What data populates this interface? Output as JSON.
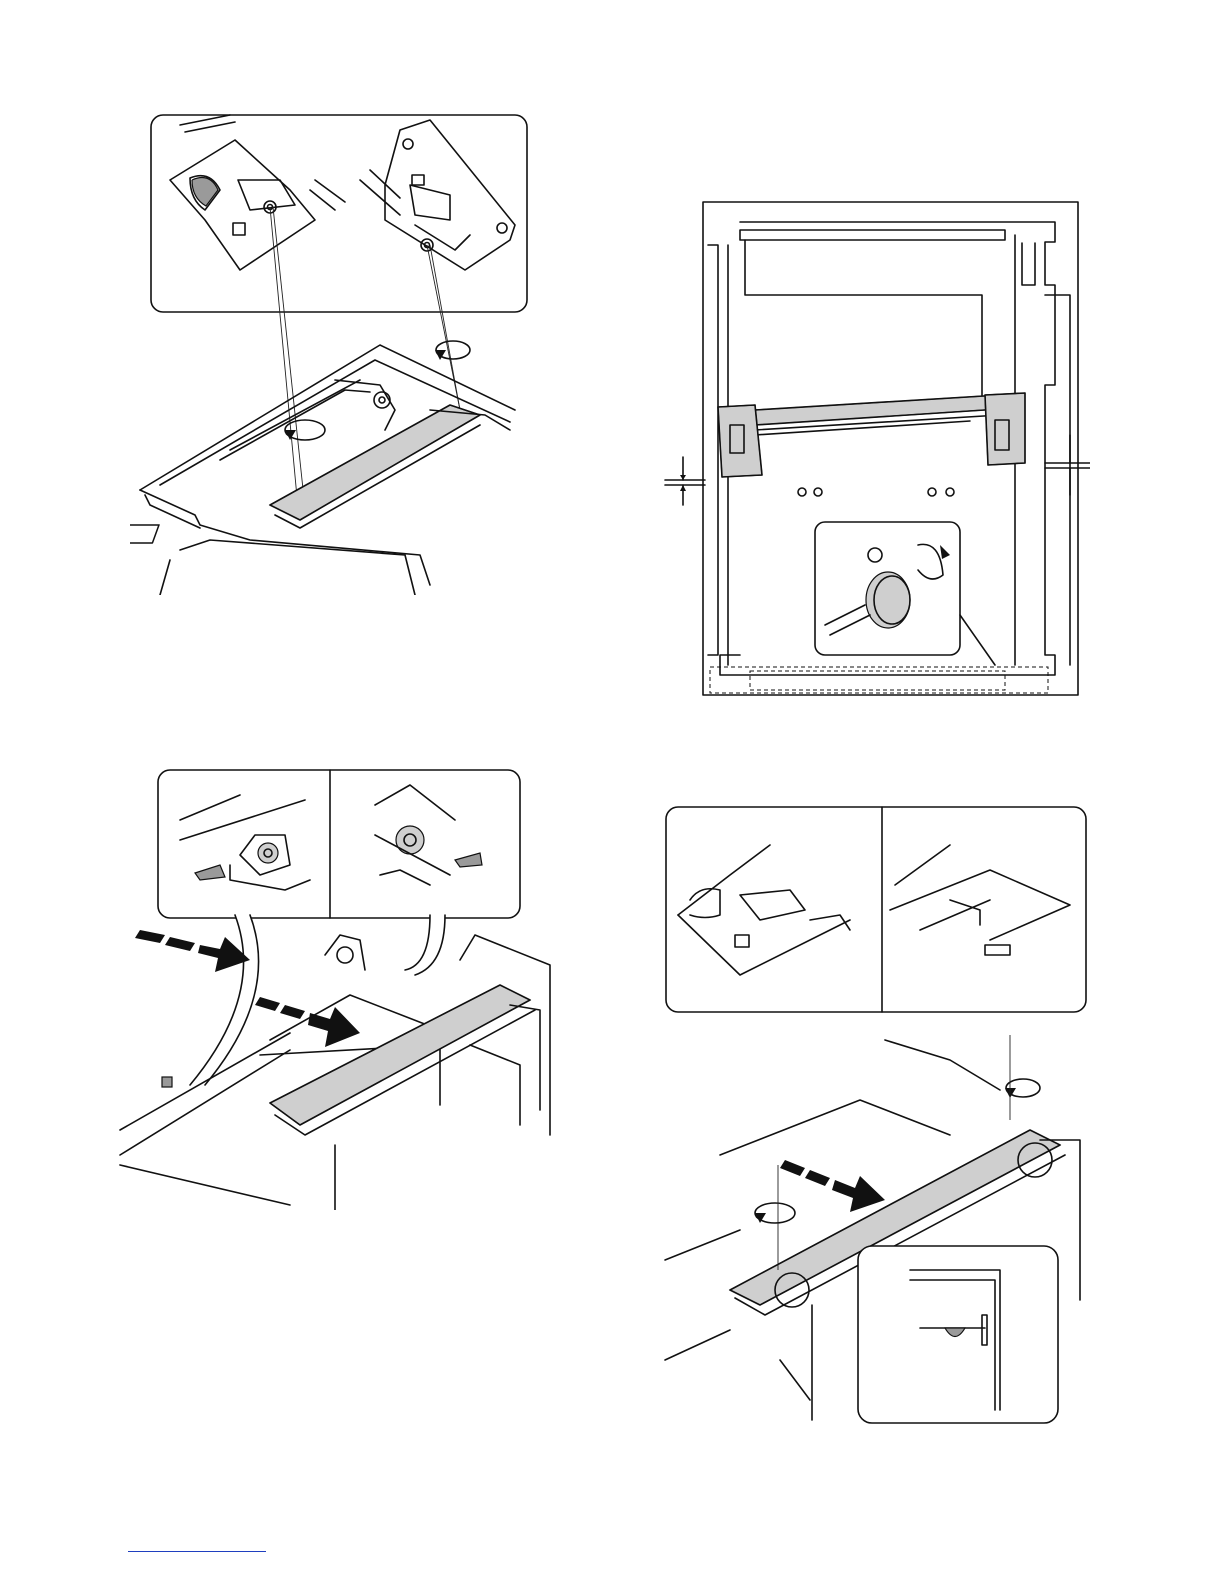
{
  "page": {
    "footer_link_text": ""
  },
  "figures": [
    {
      "id": "fig-top-left",
      "description_visible_text": ""
    },
    {
      "id": "fig-top-right",
      "description_visible_text": ""
    },
    {
      "id": "fig-bottom-left",
      "description_visible_text": ""
    },
    {
      "id": "fig-bottom-right",
      "description_visible_text": ""
    }
  ],
  "icons": {
    "rotate_arrow": "rotate-arrow-icon",
    "push_arrow": "push-direction-arrow-icon",
    "adjust_arrow": "adjustment-arrow-icon"
  },
  "colors": {
    "line": "#111111",
    "shade": "#9a9a9a",
    "light_shade": "#cfcfcf",
    "footer_rule": "#1f3fbf"
  }
}
